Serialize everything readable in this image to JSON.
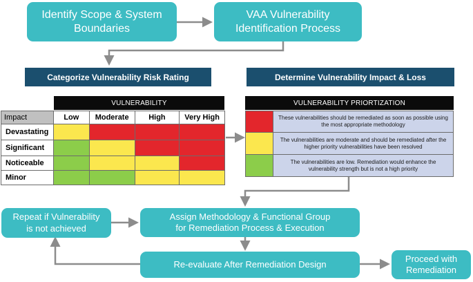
{
  "steps": {
    "identify_scope": "Identify Scope & System Boundaries",
    "vaa_process": "VAA Vulnerability Identification Process",
    "repeat": "Repeat if Vulnerability is not achieved",
    "assign": "Assign Methodology & Functional Group for Remediation Process & Execution",
    "reevaluate": "Re-evaluate After Remediation Design",
    "proceed": "Proceed with Remediation"
  },
  "sections": {
    "categorize": "Categorize Vulnerability Risk Rating",
    "determine": "Determine Vulnerability Impact & Loss"
  },
  "matrix": {
    "header": "VULNERABILITY",
    "corner": "Impact",
    "columns": [
      "Low",
      "Moderate",
      "High",
      "Very High"
    ],
    "rows": [
      {
        "label": "Devastating",
        "cells": [
          "yellow",
          "red",
          "red",
          "red"
        ]
      },
      {
        "label": "Significant",
        "cells": [
          "green",
          "yellow",
          "red",
          "red"
        ]
      },
      {
        "label": "Noticeable",
        "cells": [
          "green",
          "yellow",
          "yellow",
          "red"
        ]
      },
      {
        "label": "Minor",
        "cells": [
          "green",
          "green",
          "yellow",
          "yellow"
        ]
      }
    ]
  },
  "prioritization": {
    "header": "VULNERABILITY PRIORTIZATION",
    "rows": [
      {
        "color": "red",
        "text": "These vulnerabilities should be remediated as soon as possible using the most appropriate methodology"
      },
      {
        "color": "yellow",
        "text": "The vulnerabilities are moderate and should be remediated after the higher priority vulnerabilities have been resolved"
      },
      {
        "color": "green",
        "text": "The vulnerabilities are low. Remediation would enhance the vulnerability strength but is not a high priority"
      }
    ]
  },
  "colors": {
    "red": "#e3262c",
    "yellow": "#fbe74e",
    "green": "#8ccd4a",
    "teal": "#3dbcc3",
    "navy": "#1b4f6e",
    "arrow": "#8c8c8c"
  }
}
